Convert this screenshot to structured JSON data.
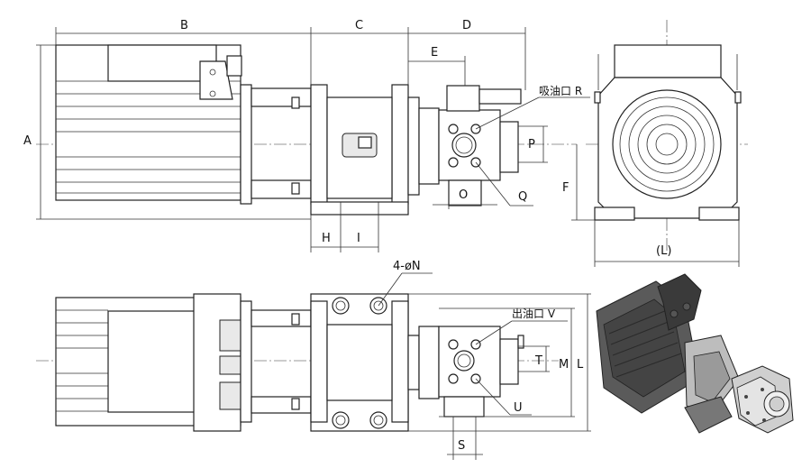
{
  "dimensions": {
    "A": "A",
    "B": "B",
    "C": "C",
    "D": "D",
    "E": "E",
    "F": "F",
    "H": "H",
    "I": "I",
    "L": "L",
    "L_paren": "(L)",
    "M": "M",
    "N": "4-øN",
    "O": "O",
    "P": "P",
    "Q": "Q",
    "S": "S",
    "T": "T",
    "U": "U"
  },
  "ports": {
    "suction": "吸油口 R",
    "outlet": "出油口 V"
  },
  "colors": {
    "line": "#222222",
    "motor_fill": "#5a5a5a",
    "motor_dark": "#333333",
    "pump_fill": "#cfcfcf"
  }
}
